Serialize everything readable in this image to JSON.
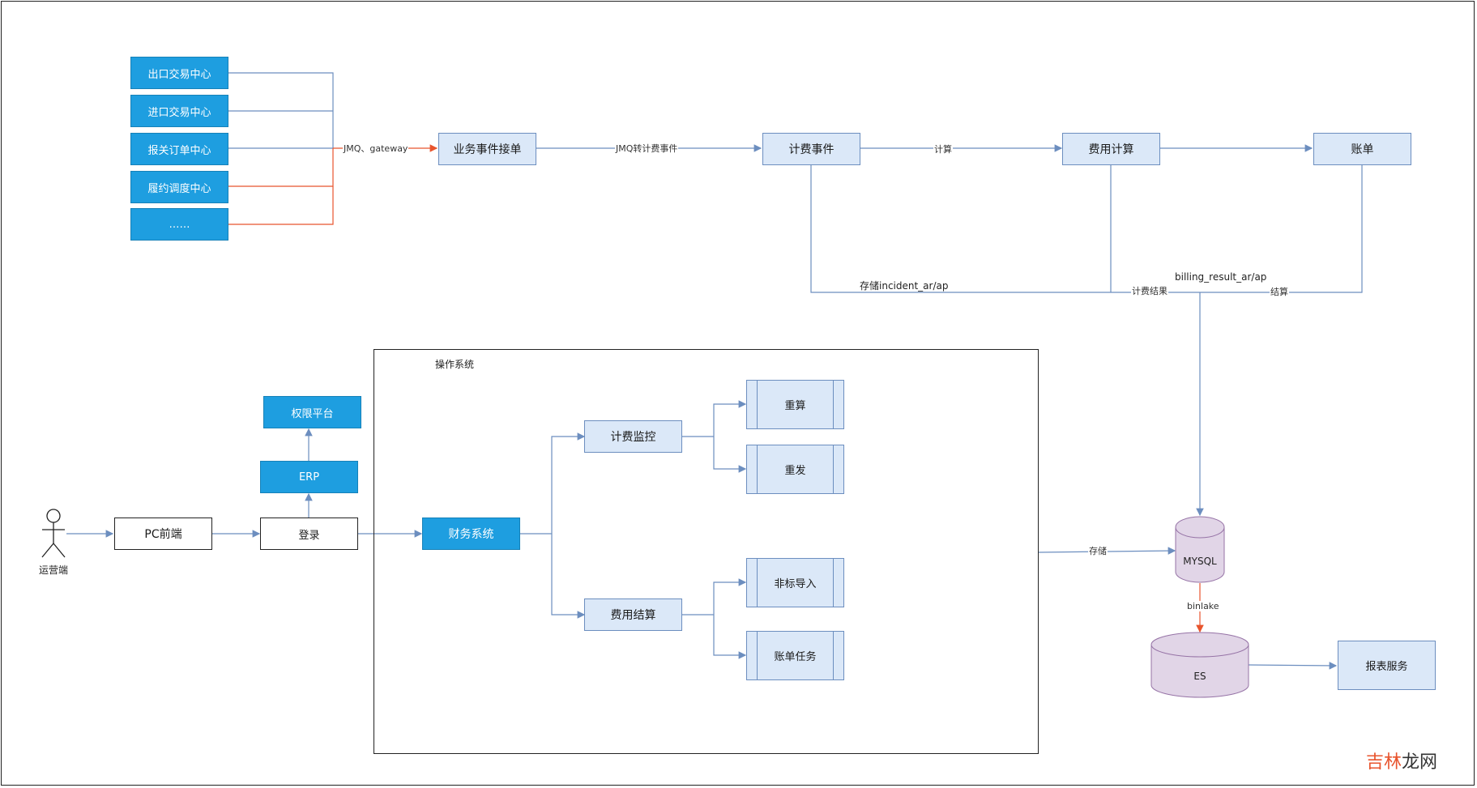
{
  "sources": [
    "出口交易中心",
    "进口交易中心",
    "报关订单中心",
    "履约调度中心",
    "……"
  ],
  "top_flow": {
    "receiver": "业务事件接单",
    "billing_event": "计费事件",
    "fee_calc": "费用计算",
    "bill": "账单"
  },
  "edge_labels": {
    "jmq_gateway": "JMQ、gateway",
    "jmq_to_billing": "JMQ转计费事件",
    "calc": "计算",
    "store_incident": "存储incident_ar/ap",
    "billing_result_table": "billing_result_ar/ap",
    "calc_result": "计费结果",
    "settle": "结算",
    "store": "存储",
    "binlake": "binlake"
  },
  "bottom_flow": {
    "actor": "运营端",
    "pc_frontend": "PC前端",
    "login": "登录",
    "erp": "ERP",
    "permission": "权限平台",
    "container_title": "操作系统",
    "finance": "财务系统",
    "billing_monitor": "计费监控",
    "fee_settlement": "费用结算",
    "recalc": "重算",
    "resend": "重发",
    "nonstd_import": "非标导入",
    "bill_task": "账单任务"
  },
  "storage": {
    "mysql": "MYSQL",
    "es": "ES",
    "report": "报表服务"
  },
  "watermark": {
    "part1": "吉林",
    "part2": "龙网"
  },
  "colors": {
    "source_fill": "#1e9ee0",
    "light_fill": "#dbe8f8",
    "light_stroke": "#6c8ebf",
    "db_fill": "#e1d5e7",
    "db_stroke": "#9673a6",
    "alert_edge": "#e8542d"
  }
}
